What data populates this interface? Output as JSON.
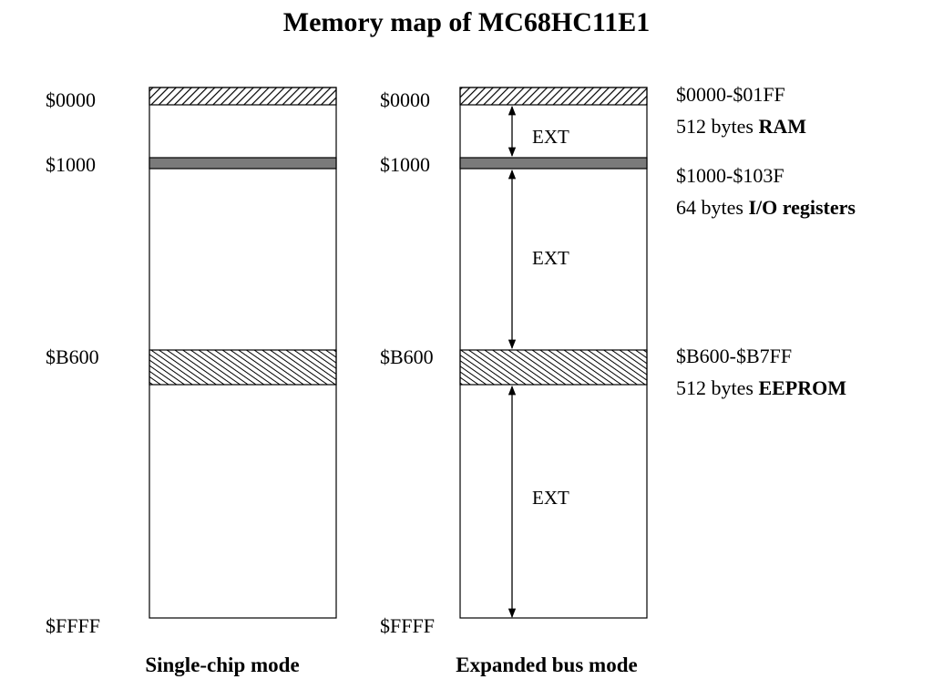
{
  "title": "Memory map of MC68HC11E1",
  "left_column": {
    "addresses": [
      "$0000",
      "$1000",
      "$B600",
      "$FFFF"
    ],
    "mode_label": "Single-chip mode"
  },
  "right_column": {
    "addresses": [
      "$0000",
      "$1000",
      "$B600",
      "$FFFF"
    ],
    "ext_labels": [
      "EXT",
      "EXT",
      "EXT"
    ],
    "mode_label": "Expanded bus mode"
  },
  "regions": [
    {
      "range": "$0000-$01FF",
      "size": "512 bytes",
      "name": "RAM",
      "fill": "diagonal-hatch"
    },
    {
      "range": "$1000-$103F",
      "size": "64 bytes",
      "name": "I/O registers",
      "fill": "solid-gray"
    },
    {
      "range": "$B600-$B7FF",
      "size": "512 bytes",
      "name": "EEPROM",
      "fill": "dense-hatch"
    }
  ],
  "colors": {
    "io_fill": "#7a7a7a",
    "stroke": "#000000"
  }
}
